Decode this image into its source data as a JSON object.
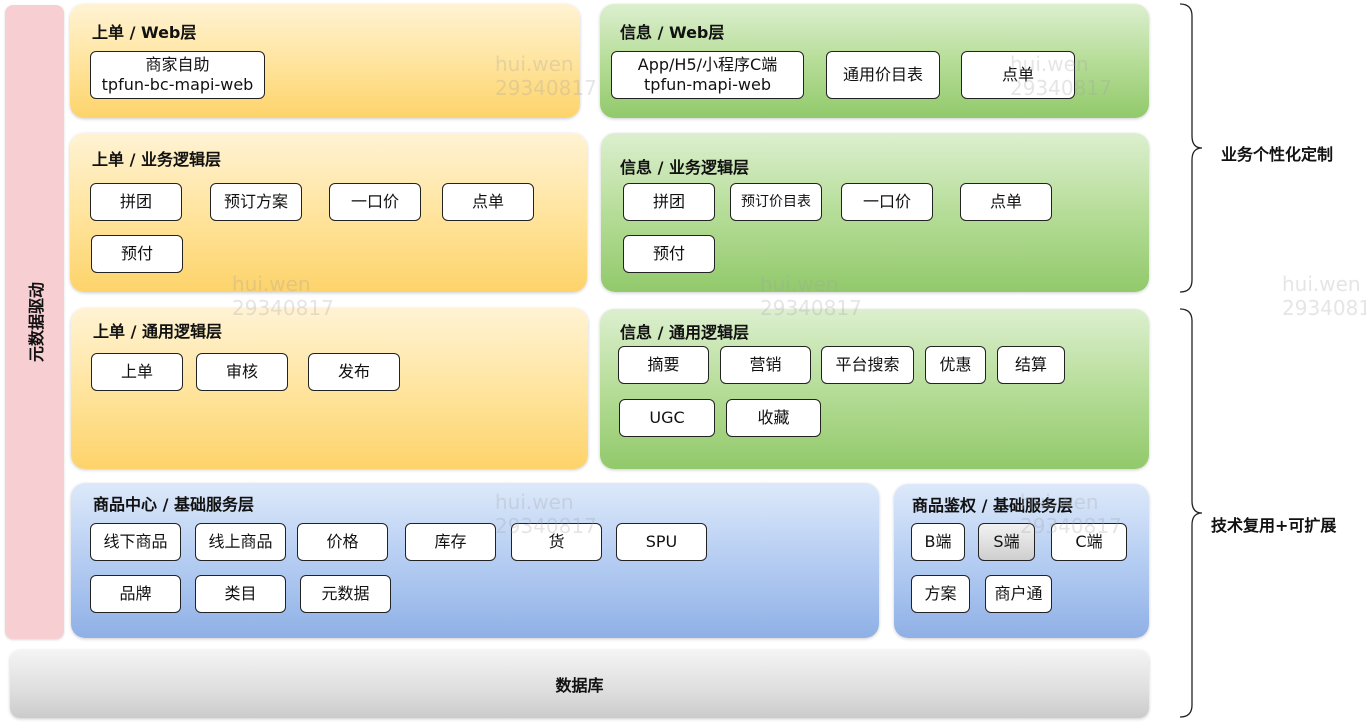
{
  "sidebar": {
    "label": "元数据驱动"
  },
  "panels": {
    "order_web": {
      "title": "上单 / Web层",
      "boxes": [
        {
          "line1": "商家自助",
          "line2": "tpfun-bc-mapi-web"
        }
      ]
    },
    "info_web": {
      "title": "信息 / Web层",
      "boxes": [
        {
          "line1": "App/H5/小程序C端",
          "line2": "tpfun-mapi-web"
        },
        {
          "line1": "通用价目表"
        },
        {
          "line1": "点单"
        }
      ]
    },
    "order_biz": {
      "title": "上单 / 业务逻辑层",
      "boxes": [
        "拼团",
        "预订方案",
        "一口价",
        "点单",
        "预付"
      ]
    },
    "info_biz": {
      "title": "信息 / 业务逻辑层",
      "boxes": [
        "拼团",
        "预订价目表",
        "一口价",
        "点单",
        "预付"
      ]
    },
    "order_common": {
      "title": "上单 / 通用逻辑层",
      "boxes": [
        "上单",
        "审核",
        "发布"
      ]
    },
    "info_common": {
      "title": "信息 / 通用逻辑层",
      "boxes": [
        "摘要",
        "营销",
        "平台搜索",
        "优惠",
        "结算",
        "UGC",
        "收藏"
      ]
    },
    "product_center": {
      "title": "商品中心 / 基础服务层",
      "boxes": [
        "线下商品",
        "线上商品",
        "价格",
        "库存",
        "货",
        "SPU",
        "品牌",
        "类目",
        "元数据"
      ]
    },
    "product_auth": {
      "title": "商品鉴权 / 基础服务层",
      "boxes": [
        "B端",
        "S端",
        "C端",
        "方案",
        "商户通"
      ]
    },
    "database": {
      "label": "数据库"
    }
  },
  "braces": {
    "top": "业务个性化定制",
    "bottom": "技术复用+可扩展"
  },
  "watermark": {
    "name": "hui.wen",
    "id": "29340817"
  }
}
